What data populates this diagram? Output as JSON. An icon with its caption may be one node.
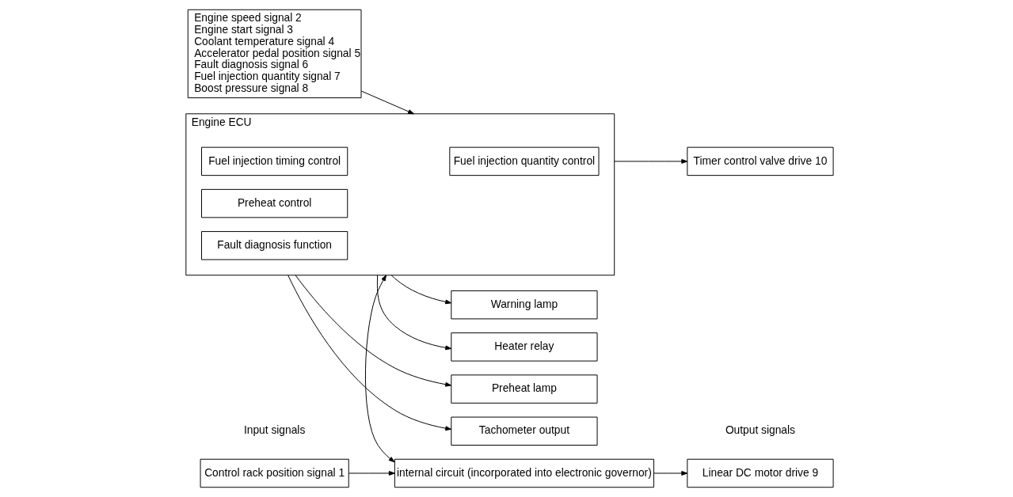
{
  "diagram": {
    "nodes": [
      {
        "text": [
          "Control rack position signal 1"
        ]
      },
      {
        "text": [
          "internal circuit (incorporated into electronic governor)"
        ]
      },
      {
        "text": [
          "Linear DC motor drive 9"
        ]
      },
      {
        "text": [
          "Engine ECU"
        ]
      },
      {
        "text": [
          "Engine speed signal 2",
          "Engine start signal 3",
          "Coolant temperature signal 4",
          "Accelerator pedal position signal 5",
          "Fault diagnosis signal 6",
          "Fuel injection quantity signal 7",
          "Boost pressure signal 8"
        ]
      },
      {
        "text": [
          "Fuel injection quantity control"
        ],
        "in": 3
      },
      {
        "text": [
          "Fuel injection timing control"
        ],
        "in": 3
      },
      {
        "text": [
          "Preheat control"
        ],
        "in": 3
      },
      {
        "text": [
          "Fault diagnosis function"
        ],
        "in": 3
      },
      {
        "text": [
          "Timer control valve drive 10"
        ]
      },
      {
        "text": [
          "Warning lamp"
        ]
      },
      {
        "text": [
          "Heater relay"
        ]
      },
      {
        "text": [
          "Preheat lamp"
        ]
      },
      {
        "text": [
          "Tachometer output"
        ]
      }
    ],
    "edges": [
      {
        "from": 0,
        "to": 1,
        "arrow": "to"
      },
      {
        "from": 1,
        "to": 2,
        "arrow": "to"
      },
      {
        "from": 1,
        "to": 3,
        "arrow": "both"
      },
      {
        "from": 4,
        "to": 3,
        "arrow": "to"
      },
      {
        "from": 3,
        "to": 9,
        "arrow": "to"
      },
      {
        "from": 3,
        "to": 10,
        "arrow": "to"
      },
      {
        "from": 3,
        "to": 11,
        "arrow": "to"
      },
      {
        "from": 3,
        "to": 12,
        "arrow": "to"
      },
      {
        "from": 3,
        "to": 13,
        "arrow": "to"
      }
    ],
    "labels": [
      "Input signals",
      "Output signals"
    ]
  }
}
